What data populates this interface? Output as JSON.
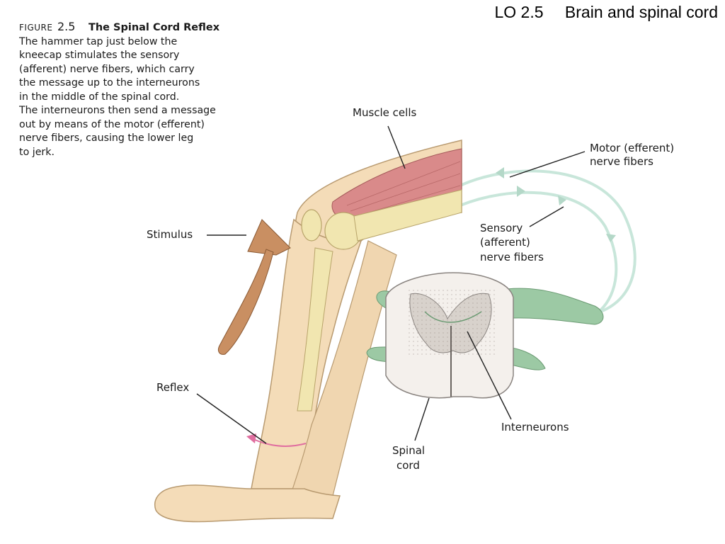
{
  "header": {
    "code": "LO 2.5",
    "title": "Brain and spinal cord"
  },
  "caption": {
    "figure_word": "FIGURE",
    "figure_number": "2.5",
    "title": "The Spinal Cord Reflex",
    "lines": [
      "The hammer tap just below the",
      "kneecap stimulates the sensory",
      "(afferent) nerve fibers, which carry",
      "the message up to the interneurons",
      "in the middle of the spinal cord.",
      "The interneurons then send a message",
      "out by means of the motor (efferent)",
      "nerve fibers, causing the lower leg",
      "to jerk."
    ]
  },
  "labels": {
    "muscle_cells": "Muscle cells",
    "motor_line1": "Motor (efferent)",
    "motor_line2": "nerve fibers",
    "stimulus": "Stimulus",
    "sensory_line1": "Sensory",
    "sensory_line2": "(afferent)",
    "sensory_line3": "nerve fibers",
    "reflex": "Reflex",
    "interneurons": "Interneurons",
    "spinal_line1": "Spinal",
    "spinal_line2": "cord"
  },
  "colors": {
    "skin": "#f4dcb8",
    "skin_outline": "#b89a70",
    "bone": "#f1e6b0",
    "muscle": "#d98a8a",
    "nerve": "#9cc9a4",
    "nerve_fiber": "#bfe0d2",
    "cord_white": "#f4f0ec",
    "cord_gray": "#d8d2cc",
    "hammer": "#c98f62",
    "reflex_arrow": "#e06fa0"
  }
}
